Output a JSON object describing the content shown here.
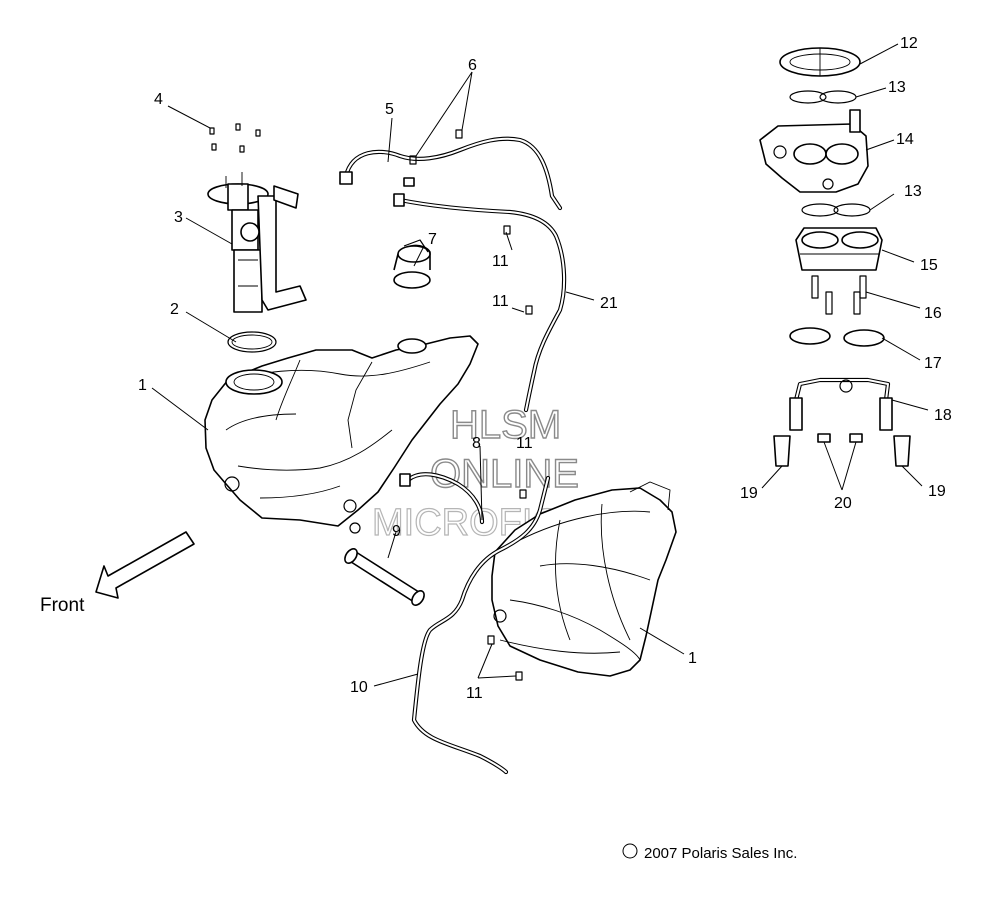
{
  "callouts": {
    "c1a": "1",
    "c1b": "1",
    "c2": "2",
    "c3": "3",
    "c4": "4",
    "c5": "5",
    "c6": "6",
    "c7": "7",
    "c8": "8",
    "c9": "9",
    "c10": "10",
    "c11a": "11",
    "c11b": "11",
    "c11c": "11",
    "c11d": "11",
    "c12": "12",
    "c13a": "13",
    "c13b": "13",
    "c14": "14",
    "c15": "15",
    "c16": "16",
    "c17": "17",
    "c18": "18",
    "c19a": "19",
    "c19b": "19",
    "c20": "20",
    "c21": "21"
  },
  "front_label": "Front",
  "watermark": {
    "line1": "HLSM",
    "line2": "ONLINE",
    "line3": "MICROFICHE"
  },
  "copyright": "2007 Polaris Sales Inc.",
  "copyright_symbol": "©"
}
